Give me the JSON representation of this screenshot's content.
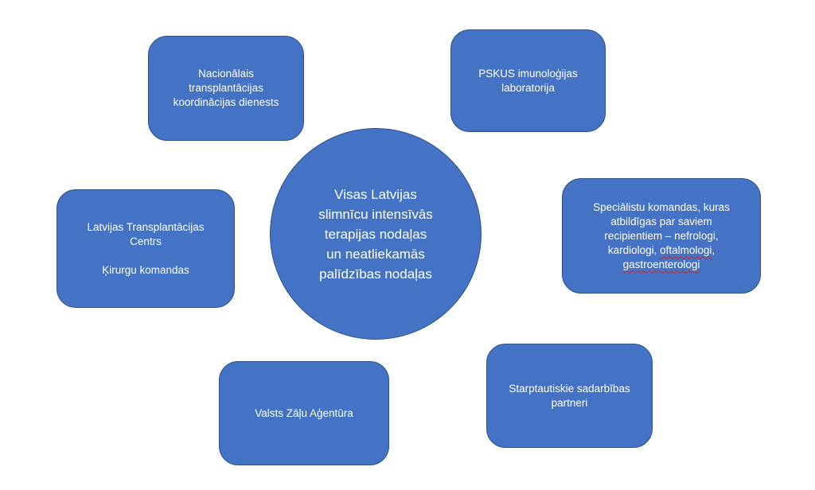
{
  "center": {
    "lines": [
      "Visas Latvijas",
      "slimnīcu intensīvās",
      "terapijas nodaļas",
      "un neatliekamās",
      "palīdzības nodaļas"
    ]
  },
  "nodes": {
    "national_coordination": {
      "lines": [
        "Nacionālais",
        "transplantācijas",
        "koordinācijas dienests"
      ]
    },
    "pskus_lab": {
      "lines": [
        "PSKUS imunoloģijas",
        "laboratorija"
      ]
    },
    "transplant_centre": {
      "lines": [
        "Latvijas Transplantācijas",
        "Centrs"
      ],
      "extra": "Ķirurgu komandas"
    },
    "specialist_teams": {
      "lines": [
        "Speciālistu komandas, kuras",
        "atbildīgas par saviem",
        "recipientiem – nefrologi,"
      ],
      "line4_prefix": "kardiologi, ",
      "line4_marked": "oftalmologi",
      "line4_suffix": ",",
      "line5_marked": "gastroenterologi"
    },
    "drug_agency": {
      "lines": [
        "Valsts Zāļu Aģentūra"
      ]
    },
    "international_partners": {
      "lines": [
        "Starptautiskie sadarbības",
        "partneri"
      ]
    }
  },
  "colors": {
    "node_fill": "#4472c4",
    "node_border": "#2f528f",
    "text": "#ffffff",
    "spellcheck_underline": "#e02020"
  }
}
